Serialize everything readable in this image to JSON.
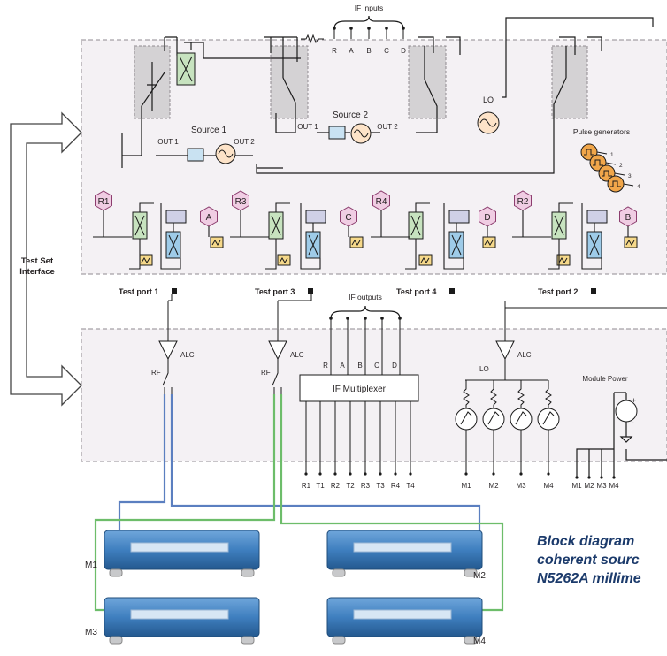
{
  "diagram": {
    "if_inputs": "IF inputs",
    "if_input_letters": [
      "R",
      "A",
      "B",
      "C",
      "D"
    ],
    "source1": "Source 1",
    "source2": "Source 2",
    "out1": "OUT 1",
    "out2": "OUT 2",
    "lo": "LO",
    "pulse_generators": "Pulse generators",
    "pulse_numbers": [
      "1",
      "2",
      "3",
      "4"
    ],
    "receivers": [
      "R1",
      "A",
      "R3",
      "C",
      "R4",
      "D",
      "R2",
      "B"
    ],
    "test_ports": [
      "Test port 1",
      "Test port 3",
      "Test port 4",
      "Test port 2"
    ],
    "test_set_interface": [
      "Test Set",
      "Interface"
    ],
    "if_outputs": "IF outputs",
    "if_output_letters": [
      "R",
      "A",
      "B",
      "C",
      "D"
    ],
    "alc": "ALC",
    "rf": "RF",
    "if_multiplexer": "IF Multiplexer",
    "module_power": "Module Power",
    "plus": "+",
    "minus": "-",
    "mux_outputs": [
      "R1",
      "T1",
      "R2",
      "T2",
      "R3",
      "T3",
      "R4",
      "T4"
    ],
    "lo_outputs": [
      "M1",
      "M2",
      "M3",
      "M4"
    ],
    "power_outputs": [
      "M1",
      "M2",
      "M3",
      "M4"
    ],
    "modules": [
      "M1",
      "M2",
      "M3",
      "M4"
    ],
    "caption": [
      "Block diagram",
      "coherent sourc",
      "N5262A millime"
    ]
  },
  "colors": {
    "wire": "#1a1a1a",
    "box_fill": "#f4f1f4",
    "box_border": "#8f8a90",
    "blue_cable": "#5b7fc0",
    "green_cable": "#6dbd6a",
    "receiver_fill": "#f0cde3",
    "receiver_stroke": "#8c3d6e",
    "coupler_green": "#c7e3bf",
    "coupler_blue": "#9ecbe8",
    "detector_yellow": "#f6d98a",
    "pulse_orange": "#f0a64a",
    "module_blue": "#3f7fbf",
    "caption": "#1b3a6b"
  }
}
